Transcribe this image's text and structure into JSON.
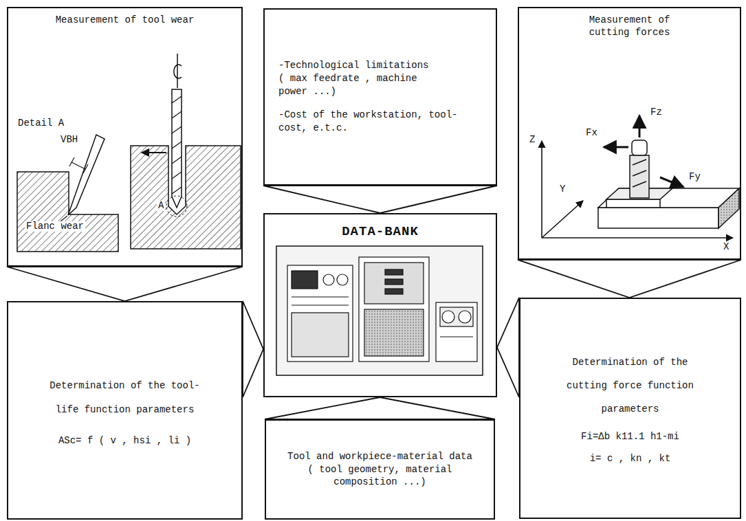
{
  "diagram": {
    "nodes": [
      {
        "text": [
          "Measurement of tool wear"
        ]
      },
      {
        "text": [
          "-Technological limitations ( max feedrate , machine power ...)",
          "-Cost of the workstation, tool-cost, e.t.c."
        ]
      },
      {
        "text": [
          "Measurement of cutting forces"
        ]
      },
      {
        "text": [
          "Determination of the tool-life function parameters",
          "ASc= f ( v , hsi , li )"
        ]
      },
      {
        "text": [
          "DATA-BANK"
        ]
      },
      {
        "text": [
          "Determination of the cutting force function parameters",
          "Fi=Δb k11.1 h1-mi",
          "i= c , kn , kt"
        ]
      },
      {
        "text": [
          "Tool and workpiece-material data ( tool geometry, material composition ...)"
        ]
      }
    ],
    "edges": [
      {
        "from": 0,
        "to": 3,
        "arrow": "to"
      },
      {
        "from": 2,
        "to": 5,
        "arrow": "to"
      },
      {
        "from": 1,
        "to": 4,
        "arrow": "to"
      },
      {
        "from": 3,
        "to": 4,
        "arrow": "to"
      },
      {
        "from": 5,
        "to": 4,
        "arrow": "to"
      },
      {
        "from": 6,
        "to": 4,
        "arrow": "to"
      }
    ],
    "labels": [
      "Detail A",
      "VBH",
      "Flanc wear",
      "A",
      "Fx",
      "Fz",
      "Fy",
      "Z",
      "Y",
      "X"
    ]
  }
}
